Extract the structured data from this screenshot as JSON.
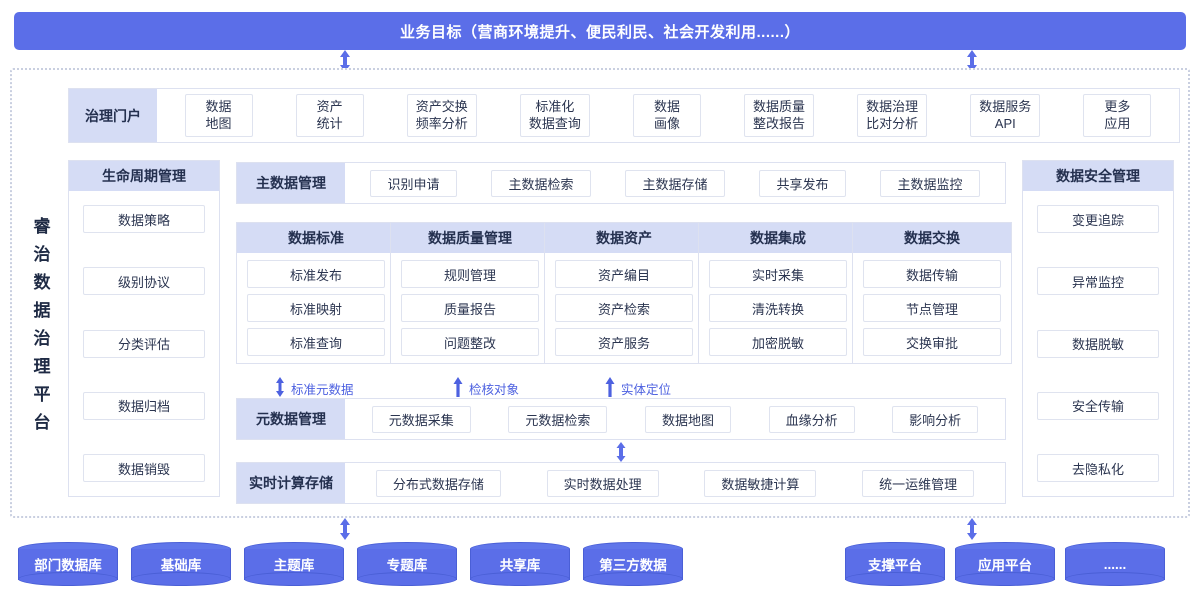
{
  "goal": {
    "title": "业务目标（营商环境提升、便民利民、社会开发利用......）"
  },
  "platform": {
    "vertical_label": "睿治数据治理平台",
    "chars": [
      "睿",
      "治",
      "数",
      "据",
      "治",
      "理",
      "平",
      "台"
    ]
  },
  "portal": {
    "head": "治理门户",
    "items": [
      {
        "line1": "数据",
        "line2": "地图"
      },
      {
        "line1": "资产",
        "line2": "统计"
      },
      {
        "line1": "资产交换",
        "line2": "频率分析"
      },
      {
        "line1": "标准化",
        "line2": "数据查询"
      },
      {
        "line1": "数据",
        "line2": "画像"
      },
      {
        "line1": "数据质量",
        "line2": "整改报告"
      },
      {
        "line1": "数据治理",
        "line2": "比对分析"
      },
      {
        "line1": "数据服务",
        "line2": "API"
      },
      {
        "line1": "更多",
        "line2": "应用"
      }
    ]
  },
  "lifecycle": {
    "head": "生命周期管理",
    "items": [
      "数据策略",
      "级别协议",
      "分类评估",
      "数据归档",
      "数据销毁"
    ]
  },
  "security": {
    "head": "数据安全管理",
    "items": [
      "变更追踪",
      "异常监控",
      "数据脱敏",
      "安全传输",
      "去隐私化"
    ]
  },
  "master_data": {
    "head": "主数据管理",
    "items": [
      "识别申请",
      "主数据检索",
      "主数据存储",
      "共享发布",
      "主数据监控"
    ]
  },
  "domains": [
    {
      "head": "数据标准",
      "items": [
        "标准发布",
        "标准映射",
        "标准查询"
      ]
    },
    {
      "head": "数据质量管理",
      "items": [
        "规则管理",
        "质量报告",
        "问题整改"
      ]
    },
    {
      "head": "数据资产",
      "items": [
        "资产编目",
        "资产检索",
        "资产服务"
      ]
    },
    {
      "head": "数据集成",
      "items": [
        "实时采集",
        "清洗转换",
        "加密脱敏"
      ]
    },
    {
      "head": "数据交换",
      "items": [
        "数据传输",
        "节点管理",
        "交换审批"
      ]
    }
  ],
  "flow_labels": [
    {
      "text": "标准元数据",
      "arrow": "double"
    },
    {
      "text": "检核对象",
      "arrow": "up"
    },
    {
      "text": "实体定位",
      "arrow": "up"
    }
  ],
  "metadata": {
    "head": "元数据管理",
    "items": [
      "元数据采集",
      "元数据检索",
      "数据地图",
      "血缘分析",
      "影响分析"
    ]
  },
  "realtime": {
    "head": "实时计算存储",
    "items": [
      "分布式数据存储",
      "实时数据处理",
      "数据敏捷计算",
      "统一运维管理"
    ]
  },
  "sources_left": [
    "部门数据库",
    "基础库",
    "主题库",
    "专题库",
    "共享库",
    "第三方数据"
  ],
  "sources_right": [
    "支撑平台",
    "应用平台",
    "......"
  ],
  "colors": {
    "accent": "#5b6ee8",
    "head_bg": "#d5dcf5",
    "border": "#dde1f0",
    "text": "#2b3550",
    "label_text": "#4d61e0"
  }
}
